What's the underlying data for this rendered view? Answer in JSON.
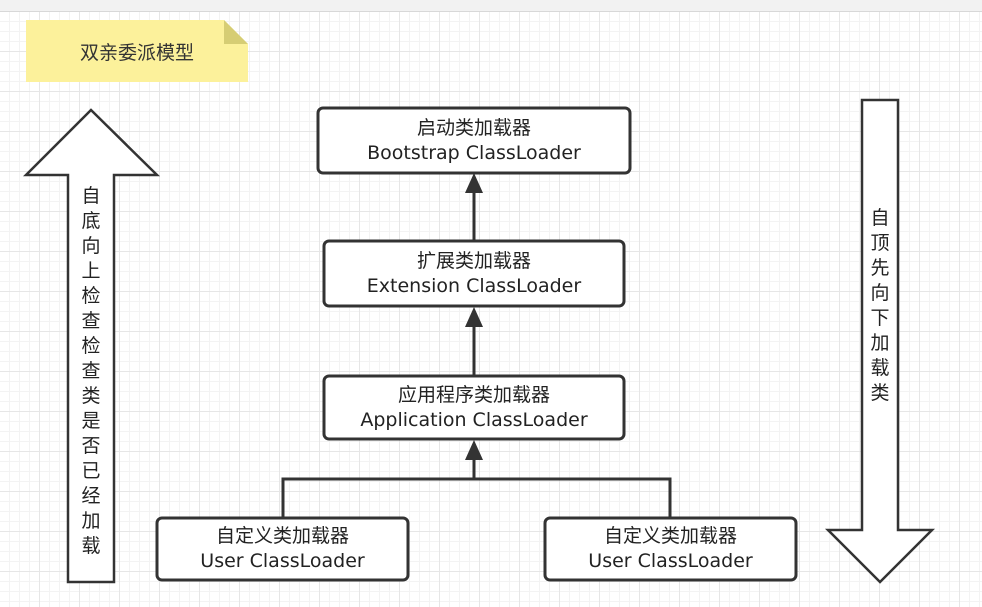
{
  "note": {
    "text": "双亲委派模型"
  },
  "boxes": {
    "bootstrap": {
      "zh": "启动类加载器",
      "en": "Bootstrap ClassLoader"
    },
    "extension": {
      "zh": "扩展类加载器",
      "en": "Extension ClassLoader"
    },
    "application": {
      "zh": "应用程序类加载器",
      "en": "Application ClassLoader"
    },
    "user_left": {
      "zh": "自定义类加载器",
      "en": "User ClassLoader"
    },
    "user_right": {
      "zh": "自定义类加载器",
      "en": "User ClassLoader"
    }
  },
  "left_arrow": {
    "text": "自底向上检查检查类是否已经加载"
  },
  "right_arrow": {
    "text": "自顶先向下加载类"
  },
  "colors": {
    "note_fill": "#fcf19b",
    "note_fold": "#d6cd74",
    "box_border": "#333333",
    "arrow_stroke": "#333333"
  }
}
